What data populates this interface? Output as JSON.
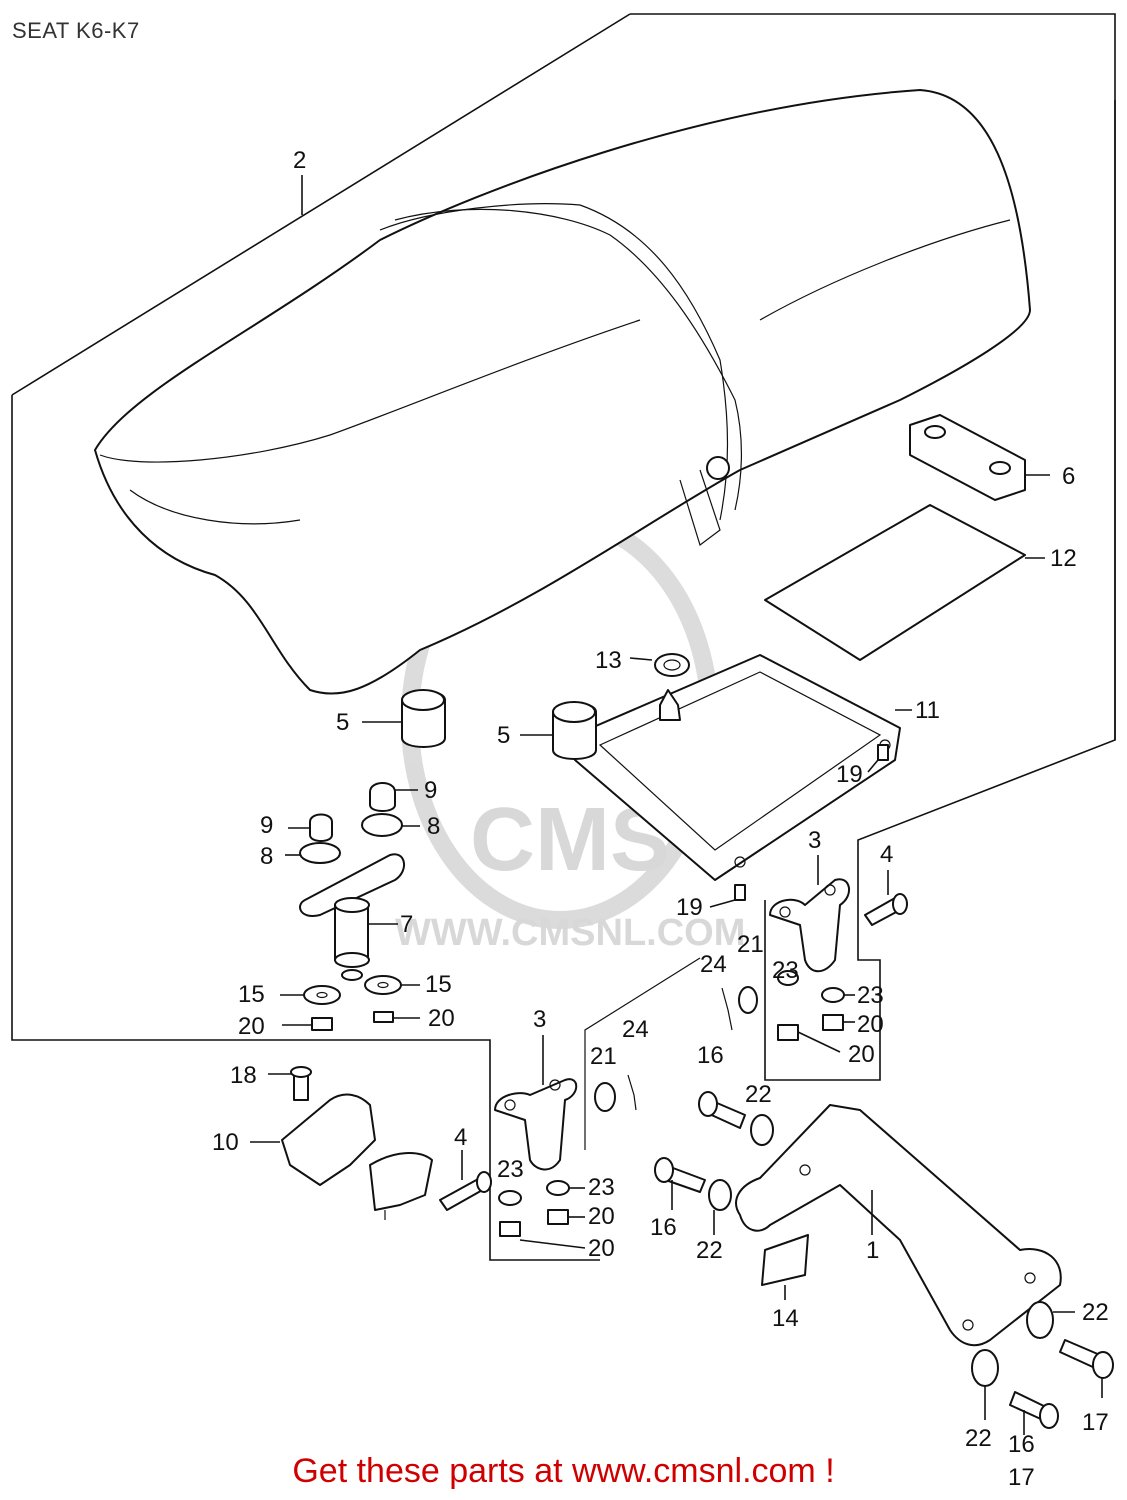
{
  "title": "SEAT K6-K7",
  "banner": "Get these parts at www.cmsnl.com !",
  "watermark": {
    "brand": "CMS",
    "url": "WWW.CMSNL.COM"
  },
  "callouts": {
    "c1": "1",
    "c2": "2",
    "c3a": "3",
    "c3b": "3",
    "c4a": "4",
    "c4b": "4",
    "c5a": "5",
    "c5b": "5",
    "c6": "6",
    "c7": "7",
    "c8a": "8",
    "c8b": "8",
    "c9a": "9",
    "c9b": "9",
    "c10": "10",
    "c11": "11",
    "c12": "12",
    "c13": "13",
    "c14": "14",
    "c15a": "15",
    "c15b": "15",
    "c16a": "16",
    "c16b": "16",
    "c16c": "16",
    "c17a": "17",
    "c17b": "17",
    "c18": "18",
    "c19a": "19",
    "c19b": "19",
    "c20a": "20",
    "c20b": "20",
    "c20c": "20",
    "c20d": "20",
    "c20e": "20",
    "c20f": "20",
    "c21a": "21",
    "c21b": "21",
    "c22a": "22",
    "c22b": "22",
    "c22c": "22",
    "c22d": "22",
    "c23a": "23",
    "c23b": "23",
    "c23c": "23",
    "c23d": "23",
    "c24a": "24",
    "c24b": "24"
  }
}
